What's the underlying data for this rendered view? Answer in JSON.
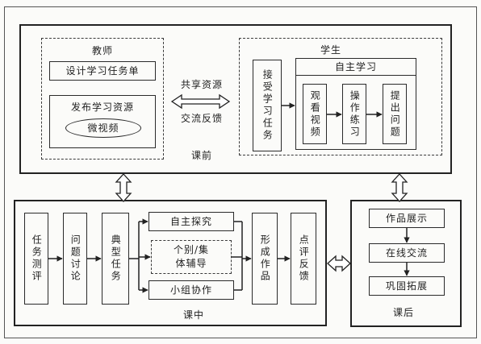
{
  "pre_class": {
    "label": "课前",
    "teacher": {
      "title": "教师",
      "design_task": "设计学习任务单",
      "publish_resource": "发布学习资源",
      "micro_video": "微视频"
    },
    "exchange": {
      "share": "共享资源",
      "feedback": "交流反馈"
    },
    "student": {
      "title": "学生",
      "accept_task": "接受学习任务",
      "self_study": "自主学习",
      "watch_video": "观看视频",
      "practice": "操作练习",
      "ask_question": "提出问题"
    }
  },
  "in_class": {
    "label": "课中",
    "task_test": "任务测评",
    "discussion": "问题讨论",
    "typical_task": "典型任务",
    "self_explore": "自主探究",
    "guidance": "个别/集体辅导",
    "group_coop": "小组协作",
    "form_work": "形成作品",
    "review": "点评反馈"
  },
  "after_class": {
    "label": "课后",
    "show_work": "作品展示",
    "online_exchange": "在线交流",
    "consolidate": "巩固拓展"
  }
}
